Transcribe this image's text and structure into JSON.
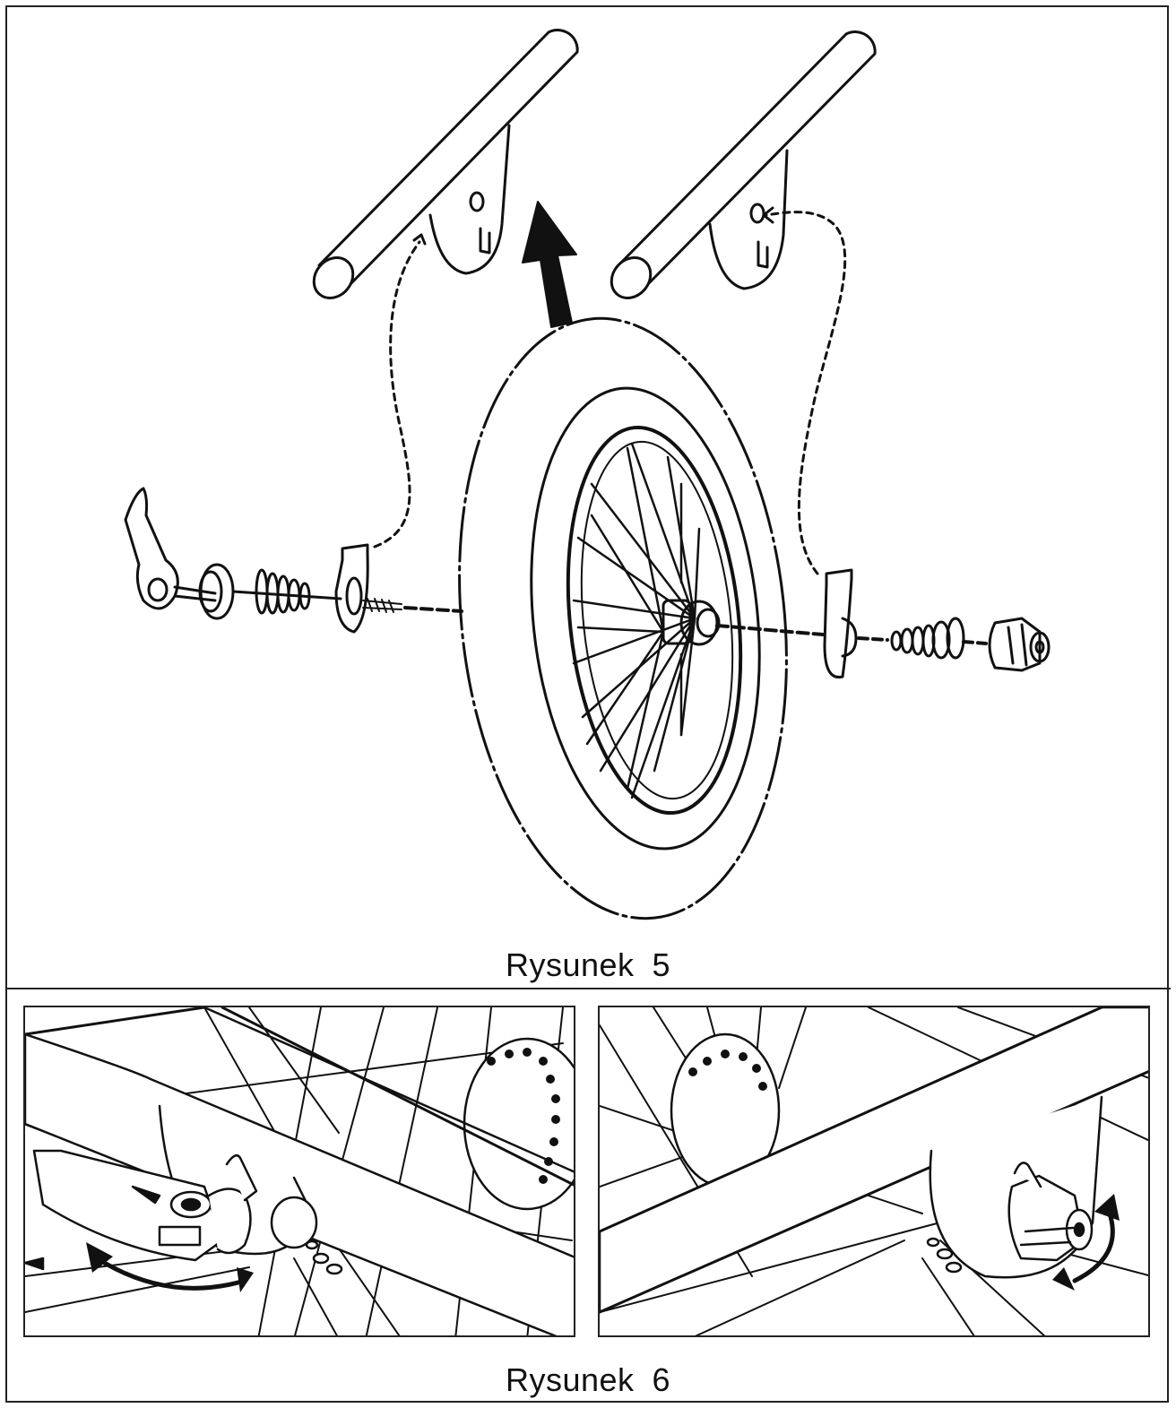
{
  "figure5": {
    "label": "Rysunek",
    "number": "5"
  },
  "figure6": {
    "label": "Rysunek",
    "number": "6"
  },
  "colors": {
    "line": "#111111",
    "background": "#ffffff"
  },
  "icons": [
    "up-arrow-icon",
    "rotate-arrow-icon"
  ]
}
